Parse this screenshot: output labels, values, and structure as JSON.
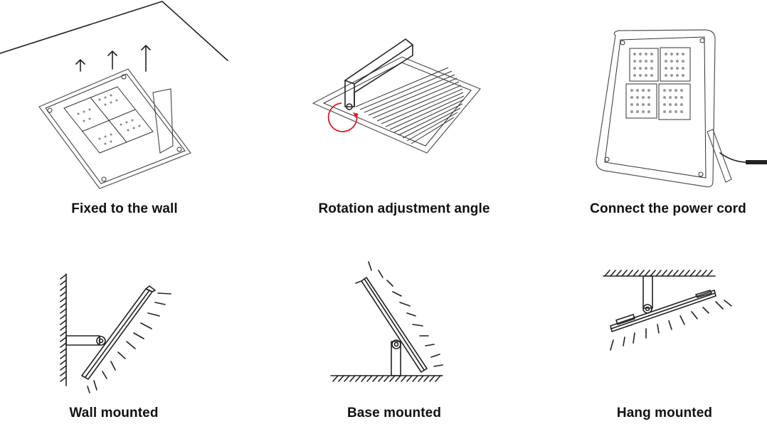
{
  "captions": {
    "fixed_to_wall": "Fixed to the wall",
    "rotation_adjustment": "Rotation adjustment angle",
    "connect_power": "Connect the power cord",
    "wall_mounted": "Wall mounted",
    "base_mounted": "Base mounted",
    "hang_mounted": "Hang mounted"
  },
  "colors": {
    "line": "#222222",
    "rotation_arrow": "#d9202b",
    "background": "#ffffff"
  },
  "icons": {
    "fixed_to_wall": "up-arrow-icon",
    "rotation": "rotation-arrow-icon",
    "power": "power-cord-icon"
  }
}
